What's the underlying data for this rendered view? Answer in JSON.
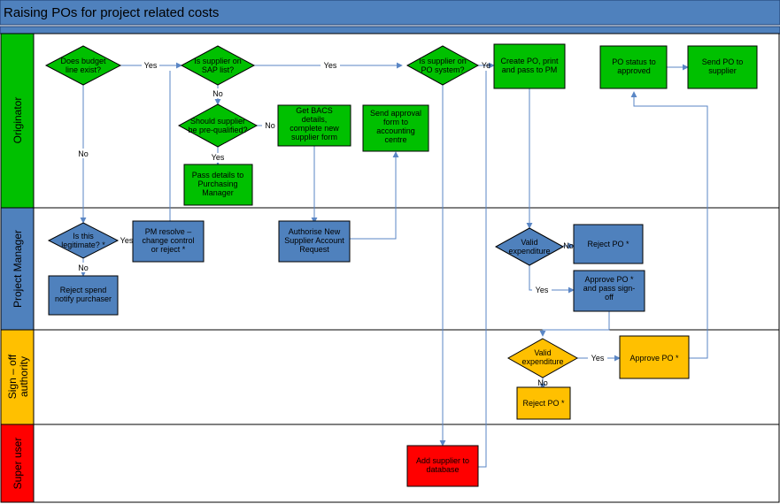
{
  "title": "Raising POs for project related costs",
  "lanes": {
    "originator": "Originator",
    "pm": "Project Manager",
    "signoff_1": "Sign – off",
    "signoff_2": "authority",
    "super": "Super user"
  },
  "colors": {
    "header": "#4f81bd",
    "lane_originator": "#00c000",
    "lane_pm": "#4f81bd",
    "lane_signoff": "#ffc000",
    "lane_super": "#ff0000",
    "node_green": "#00c000",
    "node_blue": "#4f81bd",
    "node_orange": "#ffc000",
    "node_red": "#ff0000",
    "edge": "#5a86c5"
  },
  "nodes": {
    "budget": [
      "Does budget",
      "line exist?"
    ],
    "sap": [
      "Is supplier on",
      "SAP list?"
    ],
    "prequal": [
      "Should supplier",
      "be pre-qualified?"
    ],
    "bacs": [
      "Get BACS",
      "details,",
      "complete new",
      "supplier form"
    ],
    "pass_details": [
      "Pass details to",
      "Purchasing",
      "Manager"
    ],
    "send_approval": [
      "Send approval",
      "form to",
      "accounting",
      "centre"
    ],
    "po_system": [
      "Is supplier on",
      "PO system?"
    ],
    "create_po": [
      "Create PO, print",
      "and pass to PM"
    ],
    "po_status": [
      "PO status to",
      "approved"
    ],
    "send_po": [
      "Send PO to",
      "supplier"
    ],
    "legit": [
      "Is this",
      "legitimate? *"
    ],
    "pm_resolve": [
      "PM resolve –",
      "change control",
      "or reject *"
    ],
    "authorise": [
      "Authorise New",
      "Supplier Account",
      "Request"
    ],
    "reject_spend": [
      "Reject spend",
      "notify purchaser"
    ],
    "valid_pm": [
      "Valid",
      "expenditure"
    ],
    "reject_pm": [
      "Reject PO *"
    ],
    "approve_pm": [
      "Approve PO *",
      "and pass sign-",
      "off"
    ],
    "valid_so": [
      "Valid",
      "expenditure"
    ],
    "approve_so": [
      "Approve PO *"
    ],
    "reject_so": [
      "Reject PO *"
    ],
    "add_supplier": [
      "Add supplier to",
      "database"
    ]
  },
  "edge_labels": {
    "yes": "Yes",
    "no": "No",
    "yes_cut": "Ye"
  }
}
